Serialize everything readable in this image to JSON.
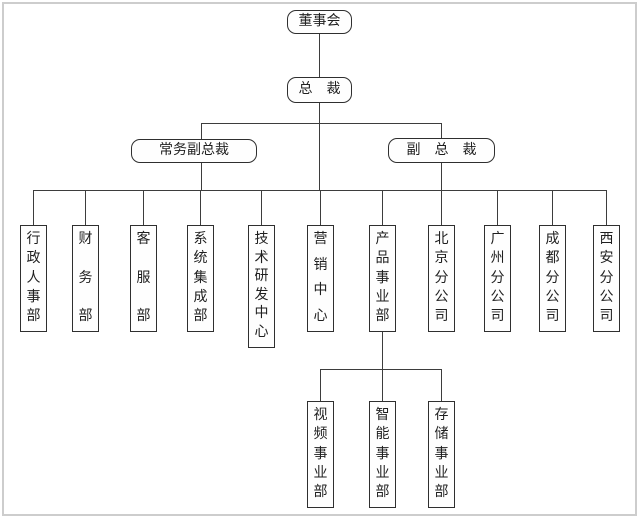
{
  "colors": {
    "background": "#ffffff",
    "frame_border": "#cdcdcd",
    "connector_line": "#3d3d3d",
    "node_border": "#2f2f2f",
    "text": "#1f1f1f"
  },
  "org_chart": {
    "type": "org-hierarchy",
    "board": {
      "label": "董事会"
    },
    "president": {
      "label": "总　裁"
    },
    "executives": [
      {
        "label": "常务副总裁"
      },
      {
        "label": "副　总　裁"
      }
    ],
    "departments": [
      {
        "label": "行政人事部"
      },
      {
        "label": "财务部"
      },
      {
        "label": "客服部"
      },
      {
        "label": "系统集成部"
      },
      {
        "label": "技术研发中心"
      },
      {
        "label": "营销中心"
      },
      {
        "label": "产品事业部"
      },
      {
        "label": "北京分公司"
      },
      {
        "label": "广州分公司"
      },
      {
        "label": "成都分公司"
      },
      {
        "label": "西安分公司"
      }
    ],
    "product_division_children": [
      {
        "label": "视频事业部"
      },
      {
        "label": "智能事业部"
      },
      {
        "label": "存储事业部"
      }
    ]
  }
}
